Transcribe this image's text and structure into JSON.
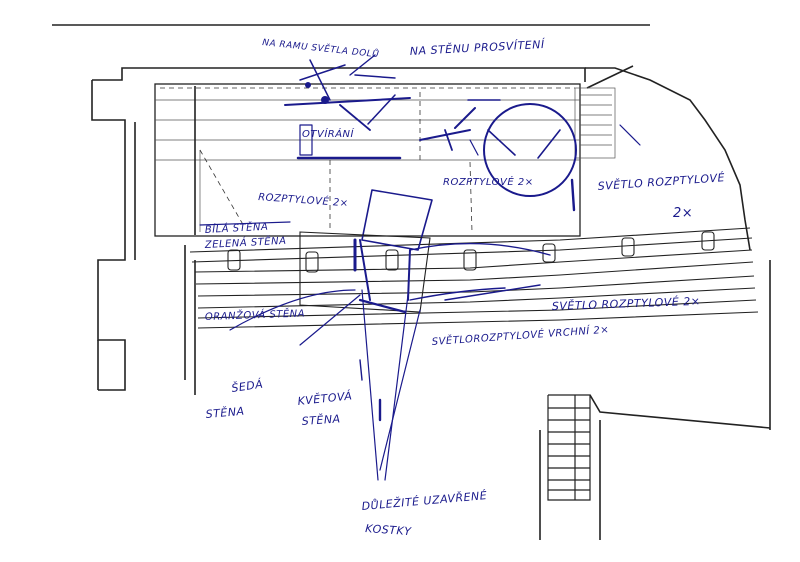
{
  "colors": {
    "paper": "#ffffff",
    "pencil": "#222222",
    "ink": "#1a1a8c"
  },
  "annotations": {
    "na_ramu_svetla_dolu": "NA RAMU SVĚTLA DOLŮ",
    "na_stenu_prosviteni": "NA STĚNU PROSVÍTENÍ",
    "otvirani": "OTVÍRÁNÍ",
    "rozptylove_left": "ROZPTYLOVÉ 2×",
    "rozptylove_right": "ROZPTYLOVÉ 2×",
    "svetlo_rozptylove_top": "SVĚTLO ROZPTYLOVÉ",
    "svetlo_rozptylove_top_count": "2×",
    "bila_stena": "BÍLÁ STĚNA",
    "zelena_stena": "ZELENÁ STĚNA",
    "oranzova_stena": "ORANŽOVÁ STĚNA",
    "svetlo_rozptylove_mid": "SVĚTLO ROZPTYLOVÉ 2×",
    "svetlorozptylove_vrchni": "SVĚTLOROZPTYLOVÉ VRCHNÍ 2×",
    "seda_stena_1": "ŠEDÁ",
    "seda_stena_2": "STĚNA",
    "kvetova_stena_1": "KVĚTOVÁ",
    "kvetova_stena_2": "STĚNA",
    "dulezite_1": "DŮLEŽITÉ UZAVŘENÉ",
    "dulezite_2": "KOSTKY"
  }
}
